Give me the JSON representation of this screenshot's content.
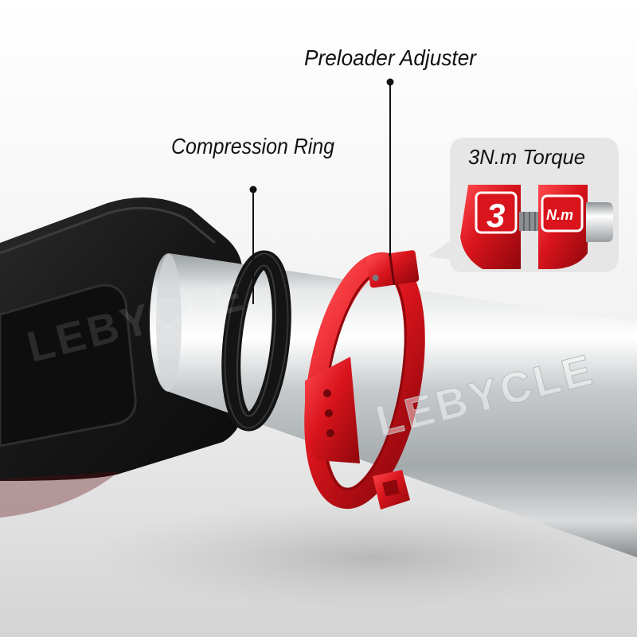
{
  "labels": {
    "preloader_adjuster": "Preloader Adjuster",
    "compression_ring": "Compression Ring"
  },
  "inset": {
    "title": "3N.m Torque",
    "left_mark": "3",
    "right_mark": "N.m"
  },
  "watermark": "LEBYCLE",
  "colors": {
    "accent_red": "#d9141c",
    "body_black": "#1b1b1b",
    "tube_silver": "#c8cbcd",
    "inset_bg": "#e6e6e6"
  }
}
